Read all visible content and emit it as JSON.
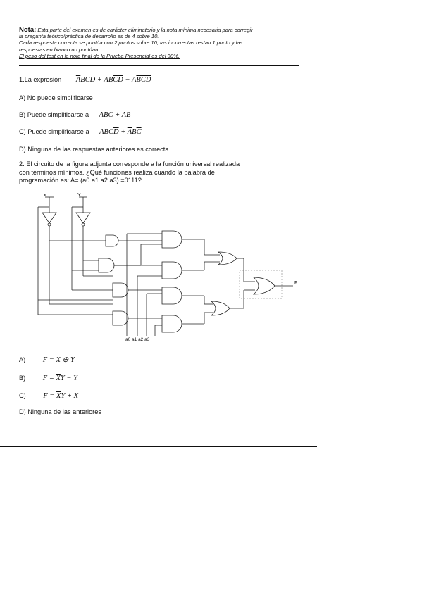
{
  "note": {
    "label": "Nota:",
    "line1": " Esta parte del examen es de carácter eliminatorio y la nota mínima necesaria para corregir",
    "line2": "la pregunta teórico/práctica de desarrollo es de 4 sobre 10.",
    "line3": "Cada respuesta correcta se puntúa con 2 puntos sobre 10, las incorrectas restan 1 punto y las",
    "line4": "respuestas en blanco no puntúan.",
    "line5": "El peso del test en la nota final de la Prueba Presencial es del 30%."
  },
  "q1": {
    "prefix": "1.La expresión",
    "a": "A) No puede simplificarse",
    "b": "B) Puede simplificarse a",
    "c": "C) Puede simplificarse a",
    "d": "D) Ninguna de las respuestas anteriores es correcta"
  },
  "q2": {
    "line1": "2. El circuito de la figura adjunta corresponde a la función universal realizada",
    "line2": "con términos mínimos. ¿Qué funciones realiza cuando la palabra de",
    "line3": "programación es: A= (a0 a1 a2 a3) =0111?",
    "a_label": "A)",
    "b_label": "B)",
    "c_label": "C)",
    "d": "D) Ninguna de las anteriores"
  },
  "circuit": {
    "in_x": "x",
    "in_y": "Y",
    "addr_label": "a0  a1  a2  a3",
    "out_label": "F"
  }
}
